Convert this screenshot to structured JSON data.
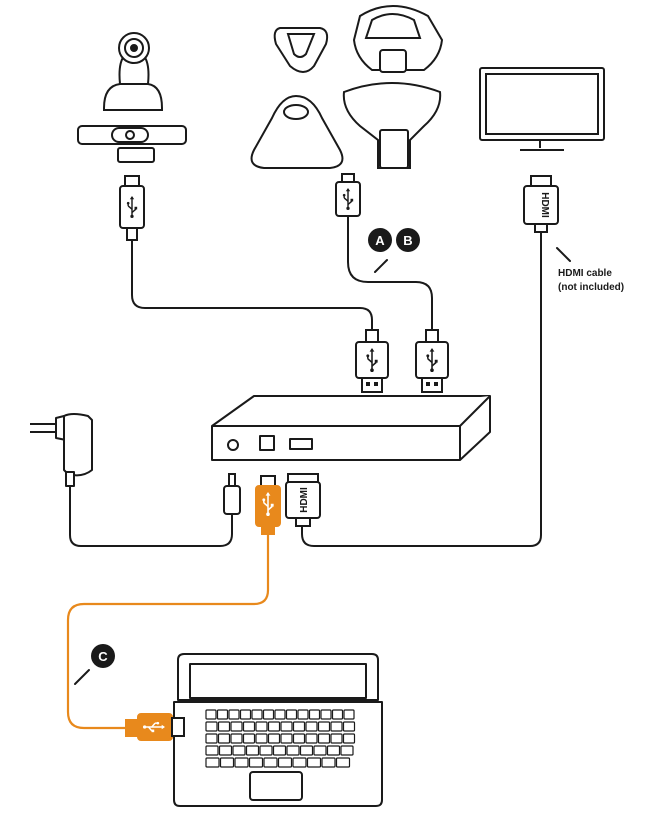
{
  "labels": {
    "badge_a": "A",
    "badge_b": "B",
    "badge_c": "C",
    "hdmi_cable_line1": "HDMI cable",
    "hdmi_cable_line2": "(not included)",
    "hdmi_plug_monitor": "HDMI",
    "hdmi_plug_hub": "HDMI"
  },
  "colors": {
    "line": "#1a1a1a",
    "accent_orange": "#e8891c",
    "device_fill": "#ffffff"
  },
  "icons": [
    "usb-icon",
    "camera-icon",
    "speakerphone-icon",
    "monitor-icon",
    "power-adapter-icon",
    "hub-icon",
    "laptop-icon"
  ]
}
